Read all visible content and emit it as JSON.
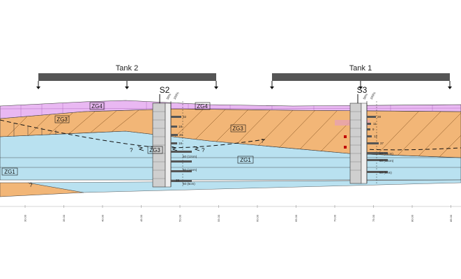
{
  "tanks": [
    {
      "name": "Tank 2"
    },
    {
      "name": "Tank 1"
    }
  ],
  "boreholes": [
    {
      "name": "S2",
      "scale_a": "50%",
      "scale_b": "100%",
      "values": [
        "32",
        "18",
        "20",
        "18",
        "60 (12cm)",
        "60 (12cm)",
        "28",
        "60 (5cm)"
      ]
    },
    {
      "name": "S3",
      "scale_a": "50%",
      "scale_b": "100%",
      "values": [
        "28",
        "11",
        "9",
        "12",
        "37",
        "60 (11cm)",
        "60 (12cm)",
        "60 (5cm)"
      ]
    }
  ],
  "zones": {
    "zg4": "ZG4",
    "zg3": "ZG3",
    "zg1": "ZG1",
    "unknown": "?"
  },
  "axis_ticks": [
    "30.00",
    "35.00",
    "40.00",
    "45.00",
    "50.00",
    "55.00",
    "60.00",
    "65.00",
    "70.00",
    "75.00",
    "80.00",
    "85.00"
  ],
  "colors": {
    "zg4": "#e9b8f2",
    "zg3": "#f2b677",
    "zg1": "#b9e1f0",
    "bar": "#555555"
  }
}
